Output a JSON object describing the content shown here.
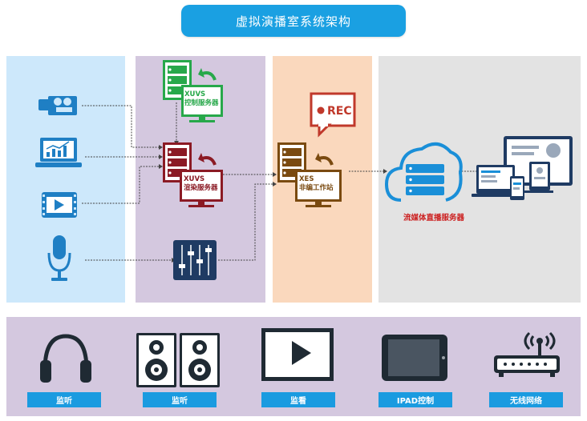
{
  "title": "虚拟演播室系统架构",
  "servers": {
    "control": {
      "name": "XUVS",
      "role": "控制服务器",
      "color": "#27a84a"
    },
    "render": {
      "name": "XUVS",
      "role": "渲染服务器",
      "color": "#8b1a24"
    },
    "workstation": {
      "name": "XES",
      "role": "非编工作站",
      "color": "#7a4a10"
    }
  },
  "rec_label": "REC",
  "stream_server_label": "流媒体直播服务器",
  "bottom_items": [
    {
      "label": "监听",
      "icon": "headphones-icon"
    },
    {
      "label": "监听",
      "icon": "speakers-icon"
    },
    {
      "label": "监看",
      "icon": "monitor-play-icon"
    },
    {
      "label": "IPAD控制",
      "icon": "tablet-icon"
    },
    {
      "label": "无线网络",
      "icon": "wifi-router-icon"
    }
  ],
  "colors": {
    "accent_blue": "#1a9be0",
    "icon_navy": "#1f3b63",
    "stream_red": "#cc1f1f"
  }
}
